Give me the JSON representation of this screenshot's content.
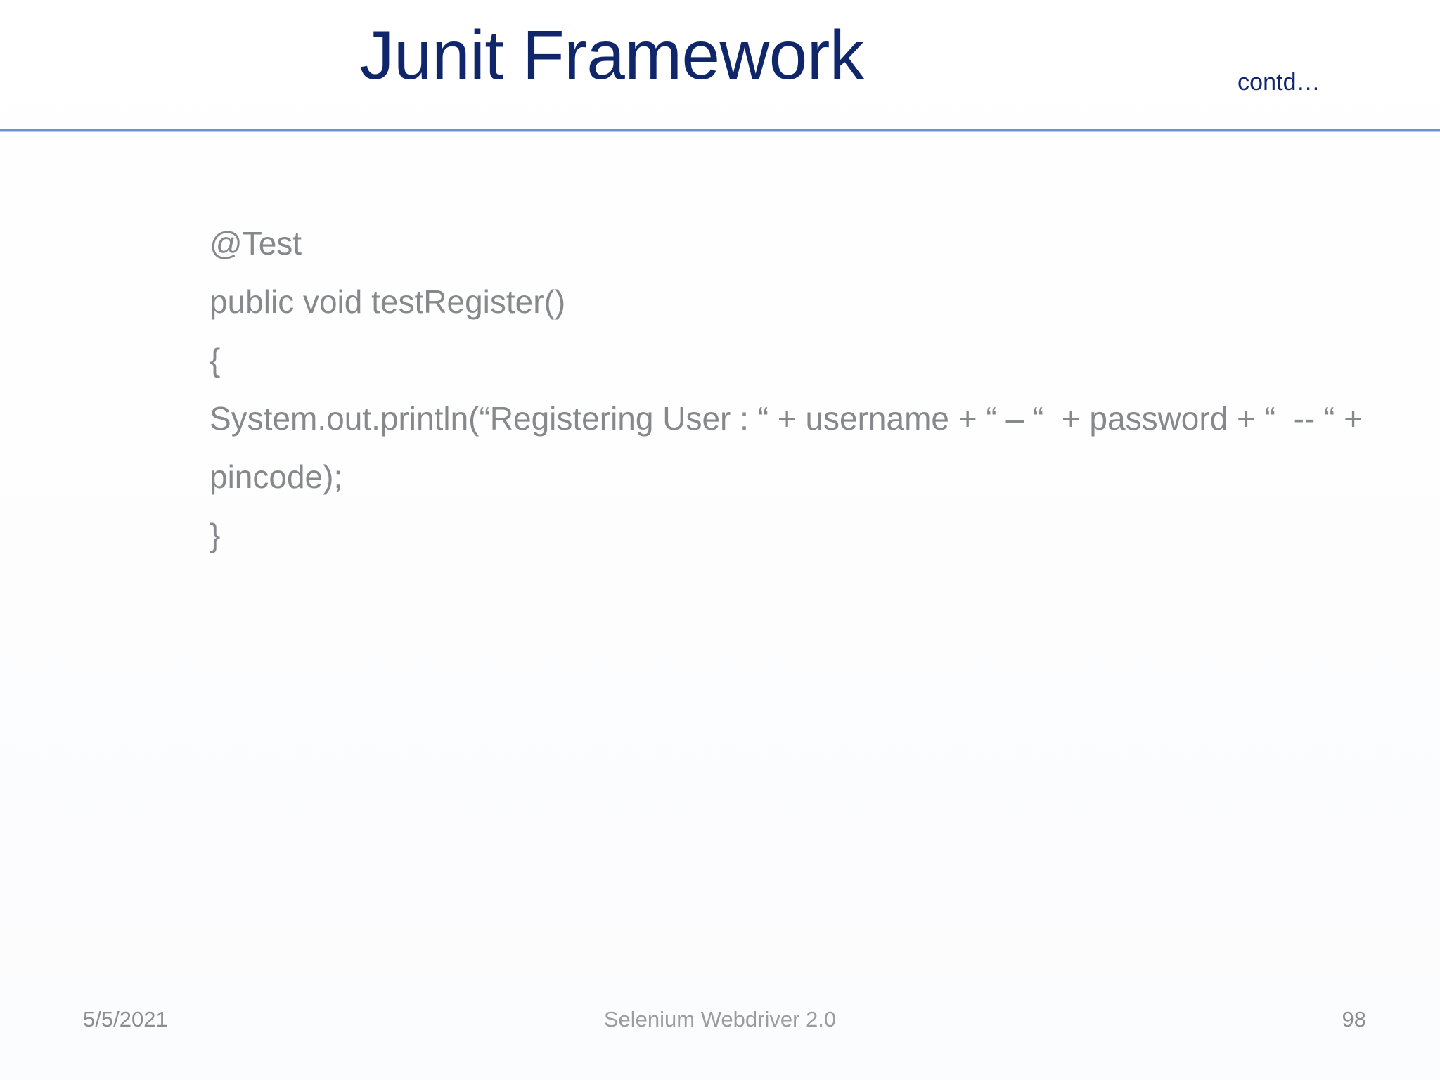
{
  "slide": {
    "title": "Junit Framework",
    "continuation_note": "contd…",
    "title_color": "#10266b",
    "rule_color": "#6f93c9",
    "body_text_color": "#87888c",
    "background_color": "#ffffff"
  },
  "body": {
    "lines": [
      "@Test",
      "public void testRegister()",
      "{",
      "System.out.println(“Registering User : “ + username + “ – “  + password + “  -- “ + pincode);",
      "}"
    ]
  },
  "footer": {
    "date": "5/5/2021",
    "center_label": "Selenium Webdriver 2.0",
    "page_number": "98"
  }
}
